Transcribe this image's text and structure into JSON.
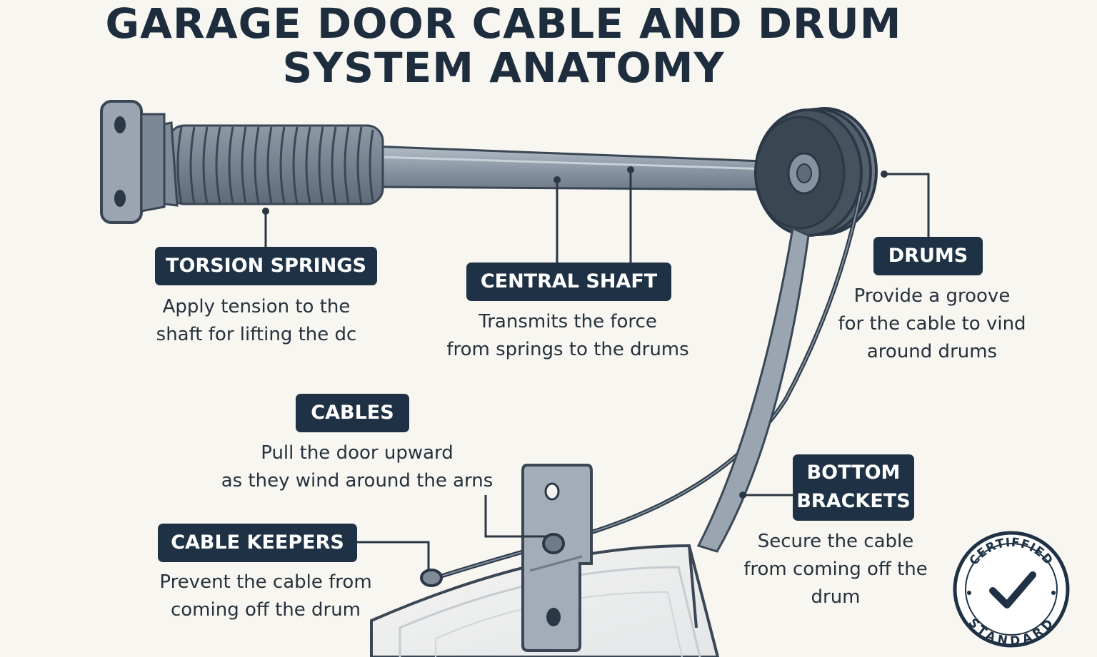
{
  "title": [
    "GARAGE DOOR CABLE AND DRUM",
    "SYSTEM ANATOMY"
  ],
  "components": {
    "torsion_springs": {
      "label": [
        "TORSION SPRINGS"
      ],
      "description": [
        "Apply tension to the",
        "shaft for lifting the dc"
      ]
    },
    "central_shaft": {
      "label": [
        "CENTRAL SHAFT"
      ],
      "description": [
        "Transmits the force",
        "from springs to the drums"
      ]
    },
    "drums": {
      "label": [
        "DRUMS"
      ],
      "description": [
        "Provide a groove",
        "for the cable to vind",
        "around drums"
      ]
    },
    "cables": {
      "label": [
        "CABLES"
      ],
      "description": [
        "Pull the door upward",
        "as they wind around the arns"
      ]
    },
    "cable_keepers": {
      "label": [
        "CABLE KEEPERS"
      ],
      "description": [
        "Prevent the cable from",
        "coming off the drum"
      ]
    },
    "bottom_brackets": {
      "label": [
        "BOTTOM",
        "BRACKETS"
      ],
      "description": [
        "Secure the cable",
        "from coming off the",
        "drum"
      ]
    }
  },
  "badge": {
    "top_text": "CERTIFFIED",
    "bottom_text": "STANDARD",
    "icon": "checkmark-icon"
  },
  "colors": {
    "navy": "#1f3245",
    "steel": "#8e9aa7",
    "outline": "#3a4654",
    "background": "#f7f6f1"
  }
}
